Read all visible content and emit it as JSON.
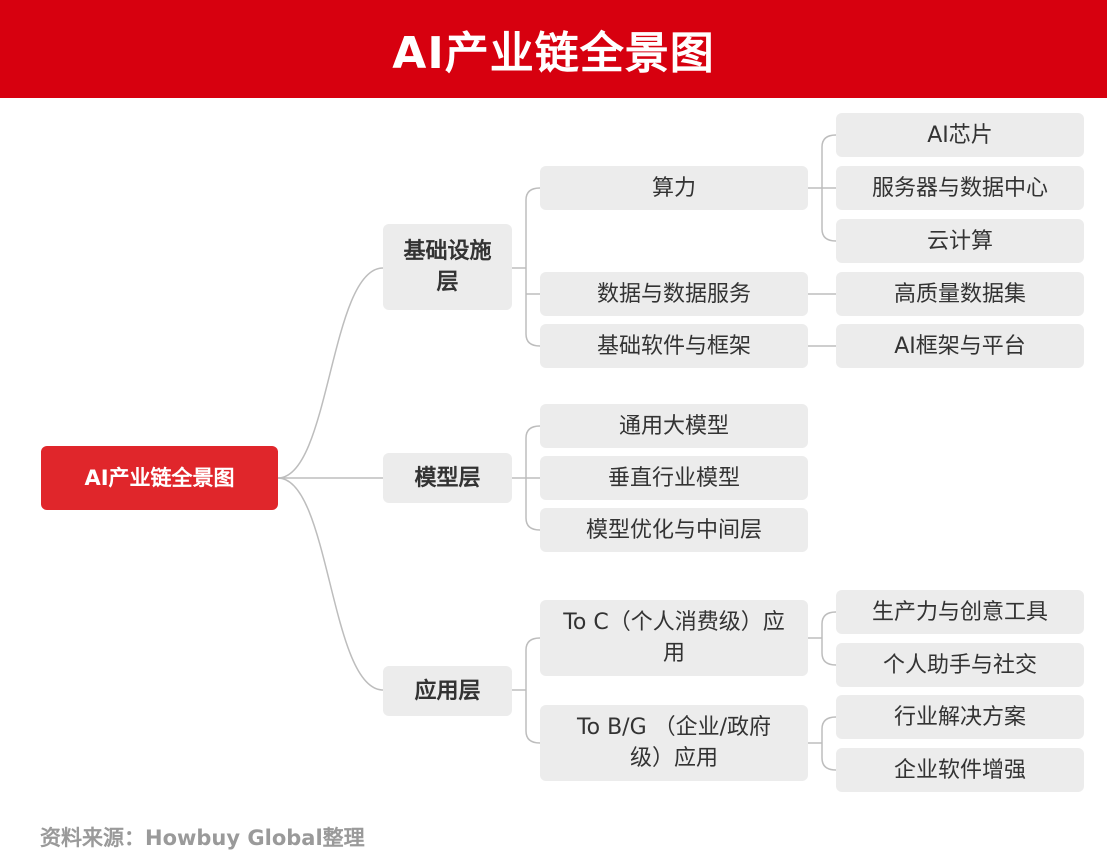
{
  "header": {
    "title": "AI产业链全景图"
  },
  "root": {
    "label": "AI产业链全景图"
  },
  "layers": {
    "infrastructure": {
      "label": "基础设施层",
      "compute": {
        "label": "算力",
        "children": [
          "AI芯片",
          "服务器与数据中心",
          "云计算"
        ]
      },
      "data_services": {
        "label": "数据与数据服务",
        "children": [
          "高质量数据集"
        ]
      },
      "base_software": {
        "label": "基础软件与框架",
        "children": [
          "AI框架与平台"
        ]
      }
    },
    "model": {
      "label": "模型层",
      "children": [
        "通用大模型",
        "垂直行业模型",
        "模型优化与中间层"
      ]
    },
    "application": {
      "label": "应用层",
      "to_c": {
        "label": "To C（个人消费级）应用",
        "children": [
          "生产力与创意工具",
          "个人助手与社交"
        ]
      },
      "to_bg": {
        "label": "To B/G （企业/政府级）应用",
        "children": [
          "行业解决方案",
          "企业软件增强"
        ]
      }
    }
  },
  "footer": {
    "source": "资料来源：Howbuy Global整理"
  },
  "colors": {
    "header_bg": "#d7000f",
    "root_bg": "#e0262b",
    "node_bg": "#ececec",
    "connector": "#bdbdbd"
  }
}
